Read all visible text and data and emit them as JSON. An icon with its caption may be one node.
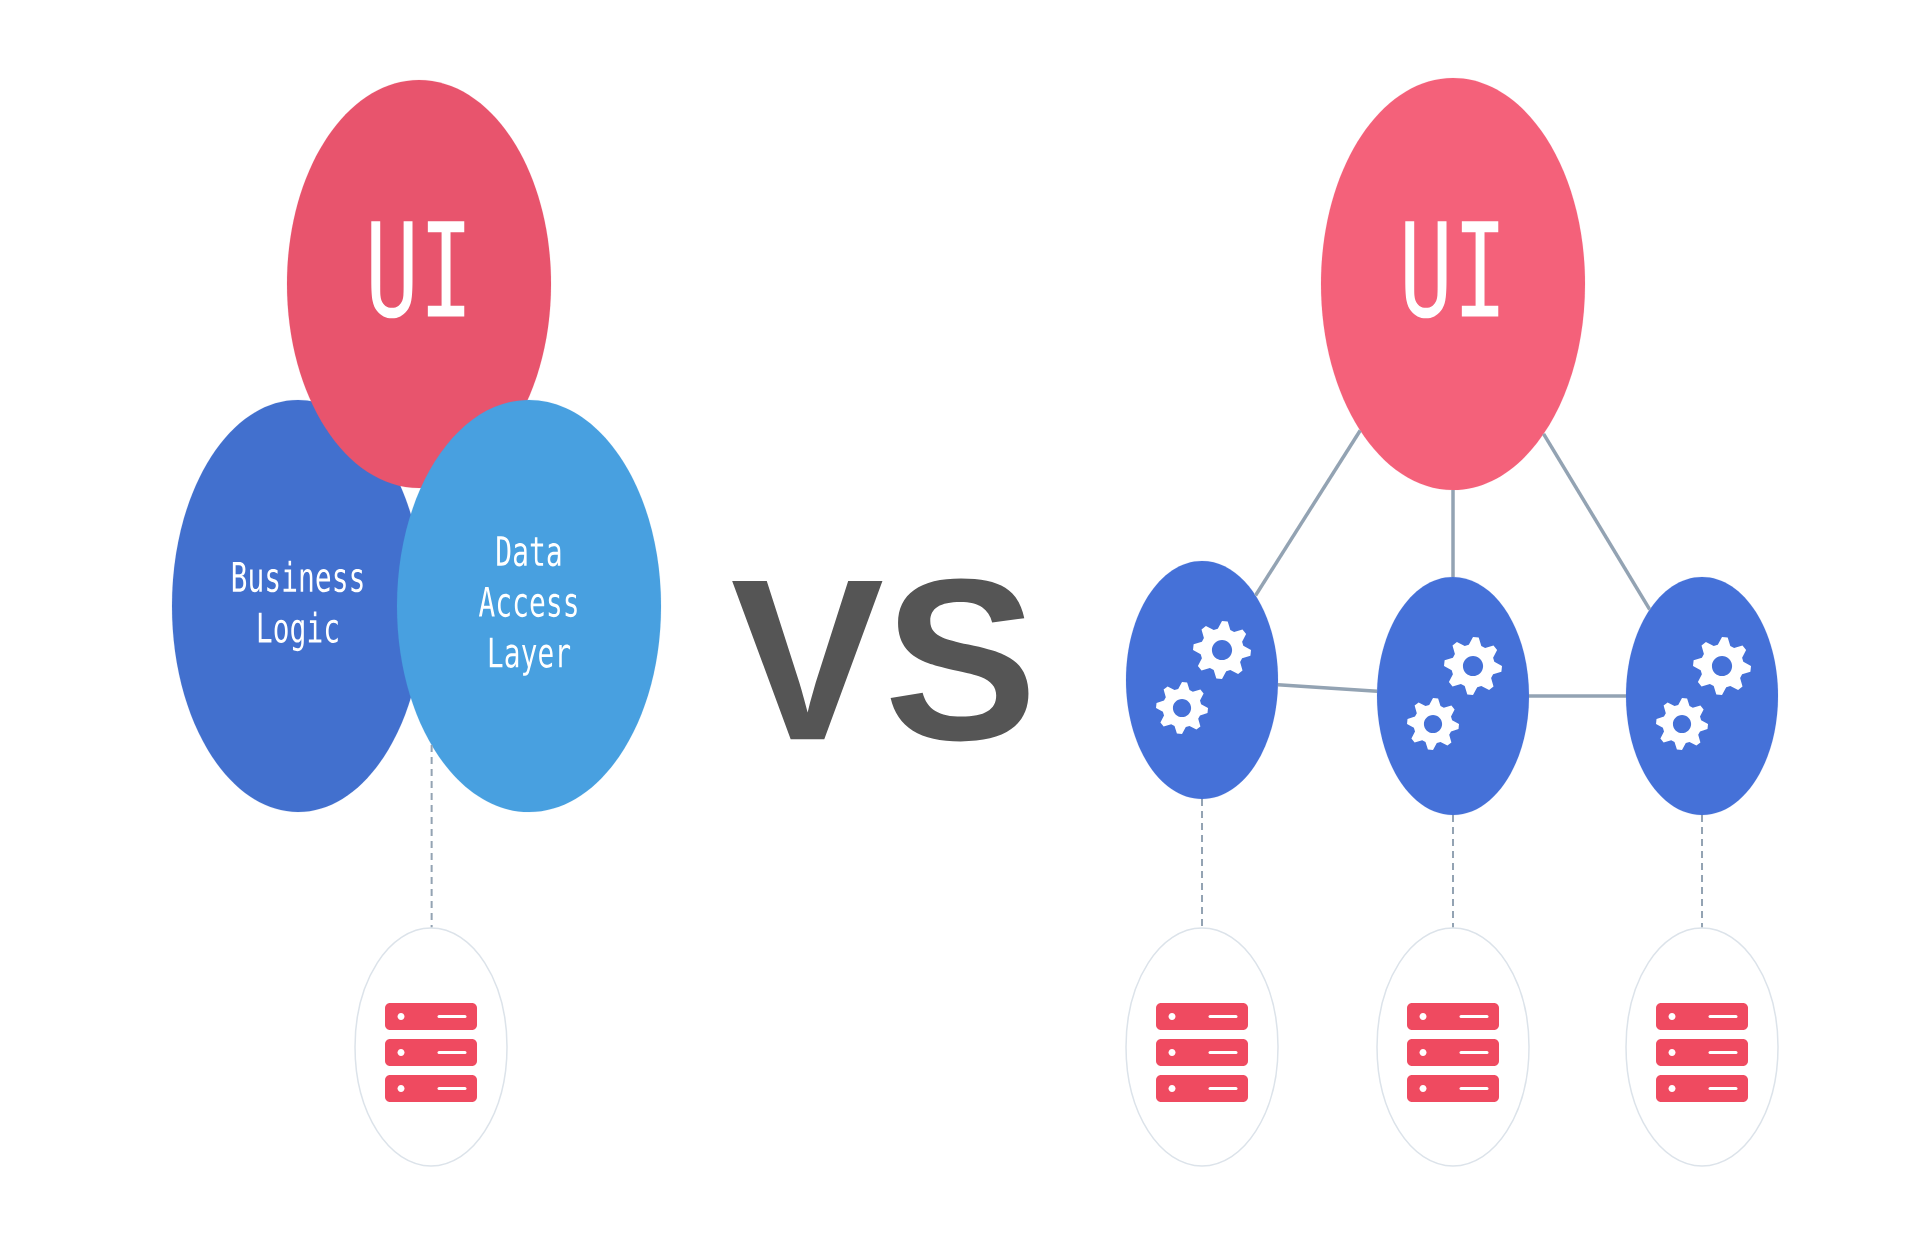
{
  "diagram": {
    "nodes": [
      {
        "text": [
          "UI"
        ]
      },
      {
        "text": [
          "Business Logic"
        ]
      },
      {
        "text": [
          "Data Access Layer"
        ]
      },
      {
        "text": [],
        "shape": "circle"
      },
      {
        "text": [
          "UI"
        ]
      },
      {
        "text": [],
        "shape": "circle"
      },
      {
        "text": [],
        "shape": "circle"
      },
      {
        "text": [],
        "shape": "circle"
      },
      {
        "text": [],
        "shape": "circle"
      },
      {
        "text": [],
        "shape": "circle"
      },
      {
        "text": [],
        "shape": "circle"
      }
    ],
    "edges": [
      {
        "from": 2,
        "to": 3,
        "arrow": "none",
        "style": "dashed"
      },
      {
        "from": 4,
        "to": 5,
        "arrow": "none"
      },
      {
        "from": 4,
        "to": 6,
        "arrow": "none"
      },
      {
        "from": 4,
        "to": 7,
        "arrow": "none"
      },
      {
        "from": 5,
        "to": 6,
        "arrow": "none"
      },
      {
        "from": 6,
        "to": 7,
        "arrow": "none"
      },
      {
        "from": 5,
        "to": 8,
        "arrow": "none",
        "style": "dashed"
      },
      {
        "from": 6,
        "to": 9,
        "arrow": "none",
        "style": "dashed"
      },
      {
        "from": 7,
        "to": 10,
        "arrow": "none",
        "style": "dashed"
      }
    ],
    "labels": [
      "VS"
    ]
  }
}
